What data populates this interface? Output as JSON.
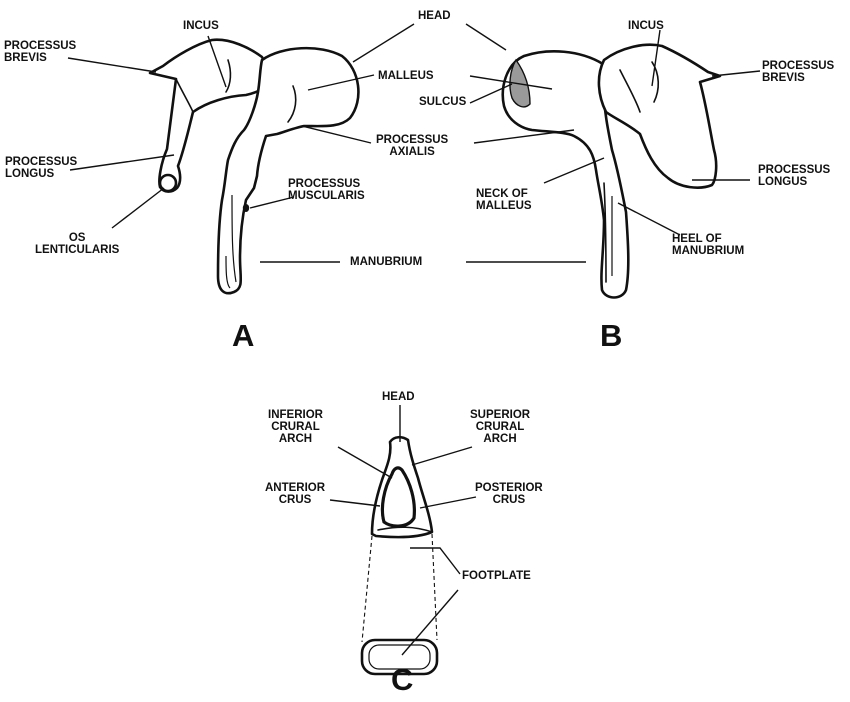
{
  "panels": {
    "a": "A",
    "b": "B",
    "c": "C"
  },
  "a": {
    "incus": "INCUS",
    "processus_brevis": "PROCESSUS\nBREVIS",
    "processus_longus": "PROCESSUS\nLONGUS",
    "os_lenticularis": "OS\nLENTICULARIS",
    "processus_muscularis": "PROCESSUS\nMUSCULARIS"
  },
  "shared": {
    "head": "HEAD",
    "malleus": "MALLEUS",
    "processus_axialis": "PROCESSUS\nAXIALIS",
    "manubrium": "MANUBRIUM"
  },
  "b": {
    "incus": "INCUS",
    "sulcus": "SULCUS",
    "processus_brevis": "PROCESSUS\nBREVIS",
    "processus_longus": "PROCESSUS\nLONGUS",
    "neck_of_malleus": "NECK OF\nMALLEUS",
    "heel_of_manubrium": "HEEL OF\nMANUBRIUM"
  },
  "c": {
    "head": "HEAD",
    "inferior_crural_arch": "INFERIOR\nCRURAL\nARCH",
    "superior_crural_arch": "SUPERIOR\nCRURAL\nARCH",
    "anterior_crus": "ANTERIOR\nCRUS",
    "posterior_crus": "POSTERIOR\nCRUS",
    "footplate": "FOOTPLATE"
  }
}
